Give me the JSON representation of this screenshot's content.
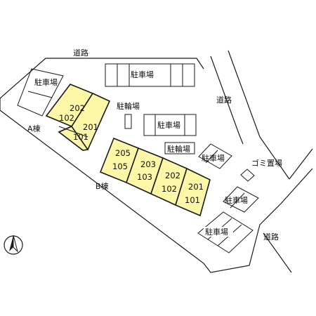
{
  "roads": {
    "top": "道路",
    "right_upper": "道路",
    "right_lower": "道路"
  },
  "parking": {
    "top_center": "駐車場",
    "left": "駐車場",
    "center": "駐車場",
    "right_upper": "駐車場",
    "right_middle": "駐車場",
    "right_lower": "駐車場"
  },
  "bicycle_parking": {
    "upper": "駐輪場",
    "lower": "駐輪場"
  },
  "garbage": "ゴミ置場",
  "building_a": {
    "label": "A棟",
    "units": [
      {
        "upper": "202",
        "lower": "102"
      },
      {
        "upper": "201",
        "lower": "101"
      }
    ]
  },
  "building_b": {
    "label": "B棟",
    "units": [
      {
        "upper": "205",
        "lower": "105"
      },
      {
        "upper": "203",
        "lower": "103"
      },
      {
        "upper": "202",
        "lower": "102"
      },
      {
        "upper": "201",
        "lower": "101"
      }
    ]
  },
  "north_arrow_icon": "north-arrow-icon",
  "colors": {
    "building_fill": "#fbf7a6",
    "line": "#1a1a1a"
  }
}
